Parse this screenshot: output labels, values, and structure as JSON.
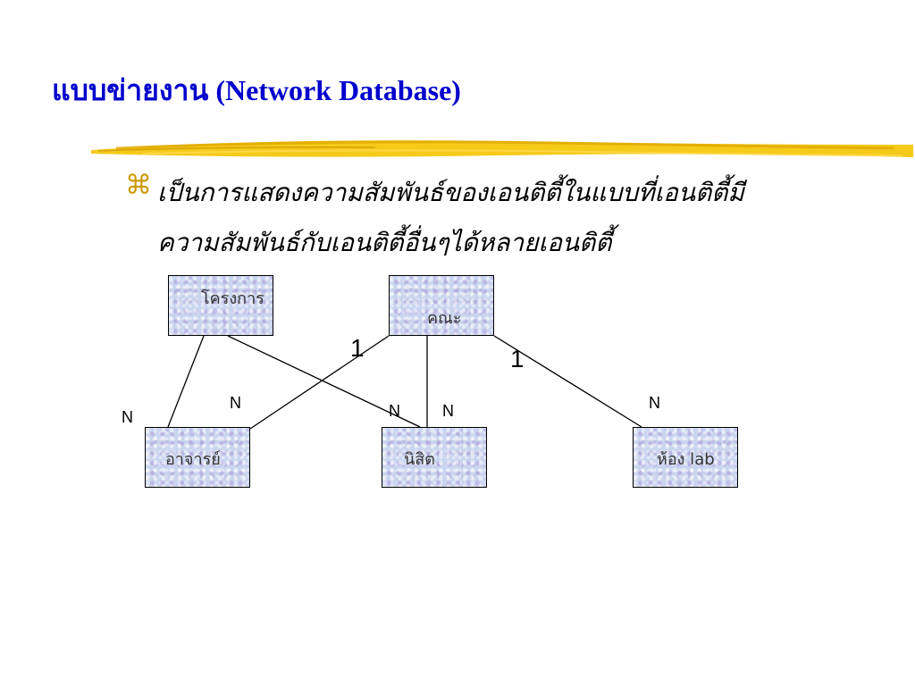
{
  "title": "แบบข่ายงาน (Network Database)",
  "bullet_symbol": "⌘",
  "body_lines": [
    "เป็นการแสดงความสัมพันธ์ของเอนติตี้ในแบบที่เอนติตี้มี",
    "ความสัมพันธ์กับเอนติตี้อื่นๆได้หลายเอนติตี้"
  ],
  "colors": {
    "title": "#0000cc",
    "bullet": "#cc9900",
    "underline": "#f5c400",
    "entity_fill": "#c9d4ee"
  },
  "entities": {
    "project": "โครงการ",
    "faculty": "คณะ",
    "teacher": "อาจารย์",
    "student": "นิสิต",
    "lab": "ห้อง lab"
  },
  "relationships": [
    {
      "from": "project",
      "to": "teacher"
    },
    {
      "from": "project",
      "to": "student"
    },
    {
      "from": "faculty",
      "to": "teacher"
    },
    {
      "from": "faculty",
      "to": "student"
    },
    {
      "from": "faculty",
      "to": "lab"
    }
  ],
  "cardinalities": {
    "faculty_teacher_one": "1",
    "faculty_lab_one": "1",
    "teacher_n_left": "N",
    "teacher_n_right": "N",
    "student_n_left": "N",
    "student_n_right": "N",
    "lab_n": "N"
  }
}
